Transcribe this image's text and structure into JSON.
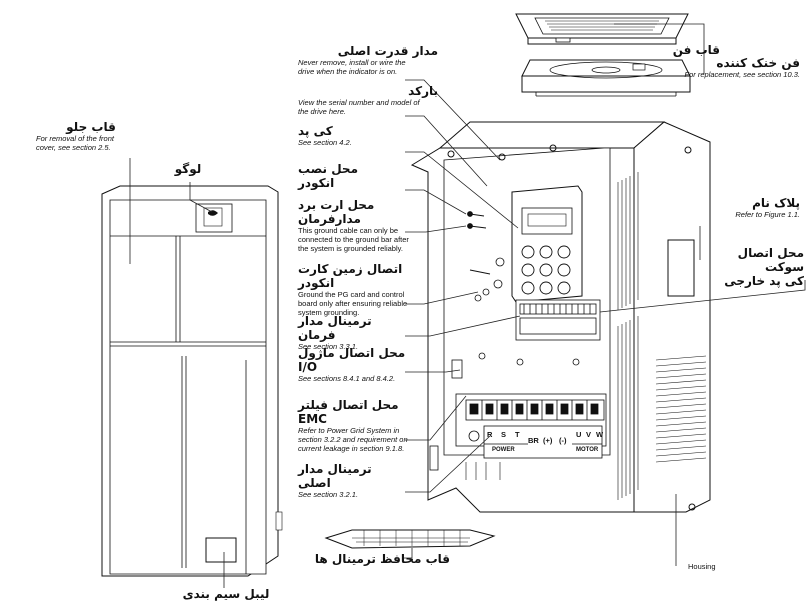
{
  "labels": {
    "fan_cover": {
      "fa": "قاب فن"
    },
    "cooling_fan": {
      "fa": "فن خنک کننده",
      "en": "For replacement, see section 10.3."
    },
    "main_power_indicator": {
      "fa": "مدار قدرت اصلی",
      "en": [
        "Never remove, install or wire the",
        "drive when the indicator is on."
      ]
    },
    "barcode": {
      "fa": "بارکد",
      "en": [
        "View the serial number and model of",
        "the drive here."
      ]
    },
    "keypad": {
      "fa": "کی پد",
      "en": "See section 4.2."
    },
    "encoder_mount": {
      "fa": "محل نصب انکودر"
    },
    "control_board_ground": {
      "fa": "محل ارت برد مدارفرمان",
      "en": [
        "This ground cable can only be",
        "connected to the ground bar after",
        "the system is grounded reliably."
      ]
    },
    "encoder_card_ground": {
      "fa": "اتصال زمین کارت انکودر",
      "en": [
        "Ground the PG card and control",
        "board only after ensuring reliable",
        "system grounding."
      ]
    },
    "control_terminal": {
      "fa": "ترمینال مدار فرمان",
      "en": "See section 3.3.1."
    },
    "io_module": {
      "fa": "محل اتصال ماژول I/O",
      "en": "See sections 8.4.1 and 8.4.2."
    },
    "emc_filter": {
      "fa": "محل اتصال فیلتر EMC",
      "en": [
        "Refer to Power Grid System in",
        "section 3.2.2 and requirement on",
        "current leakage in section 9.1.8."
      ]
    },
    "main_terminal": {
      "fa": "ترمینال مدار اصلی",
      "en": "See section 3.2.1."
    },
    "terminal_cover": {
      "fa": "قاب محافظ ترمینال ها"
    },
    "front_cover": {
      "fa": "قاب جلو",
      "en": [
        "For removal of the front",
        "cover, see section 2.5."
      ]
    },
    "logo": {
      "fa": "لوگو"
    },
    "wiring_label": {
      "fa": "لیبل سیم بندی"
    },
    "nameplate": {
      "fa": "پلاک نام",
      "en": "Refer to Figure 1.1."
    },
    "external_keypad_socket": {
      "fa": [
        "محل اتصال سوکت",
        "کی پد خارجی"
      ]
    },
    "housing": {
      "en": "Housing"
    }
  },
  "terminal_marks": [
    "R",
    "S",
    "T",
    "BR",
    "(+)",
    "(-)",
    "U",
    "V",
    "W"
  ],
  "terminal_groups": [
    "POWER",
    "MOTOR"
  ]
}
